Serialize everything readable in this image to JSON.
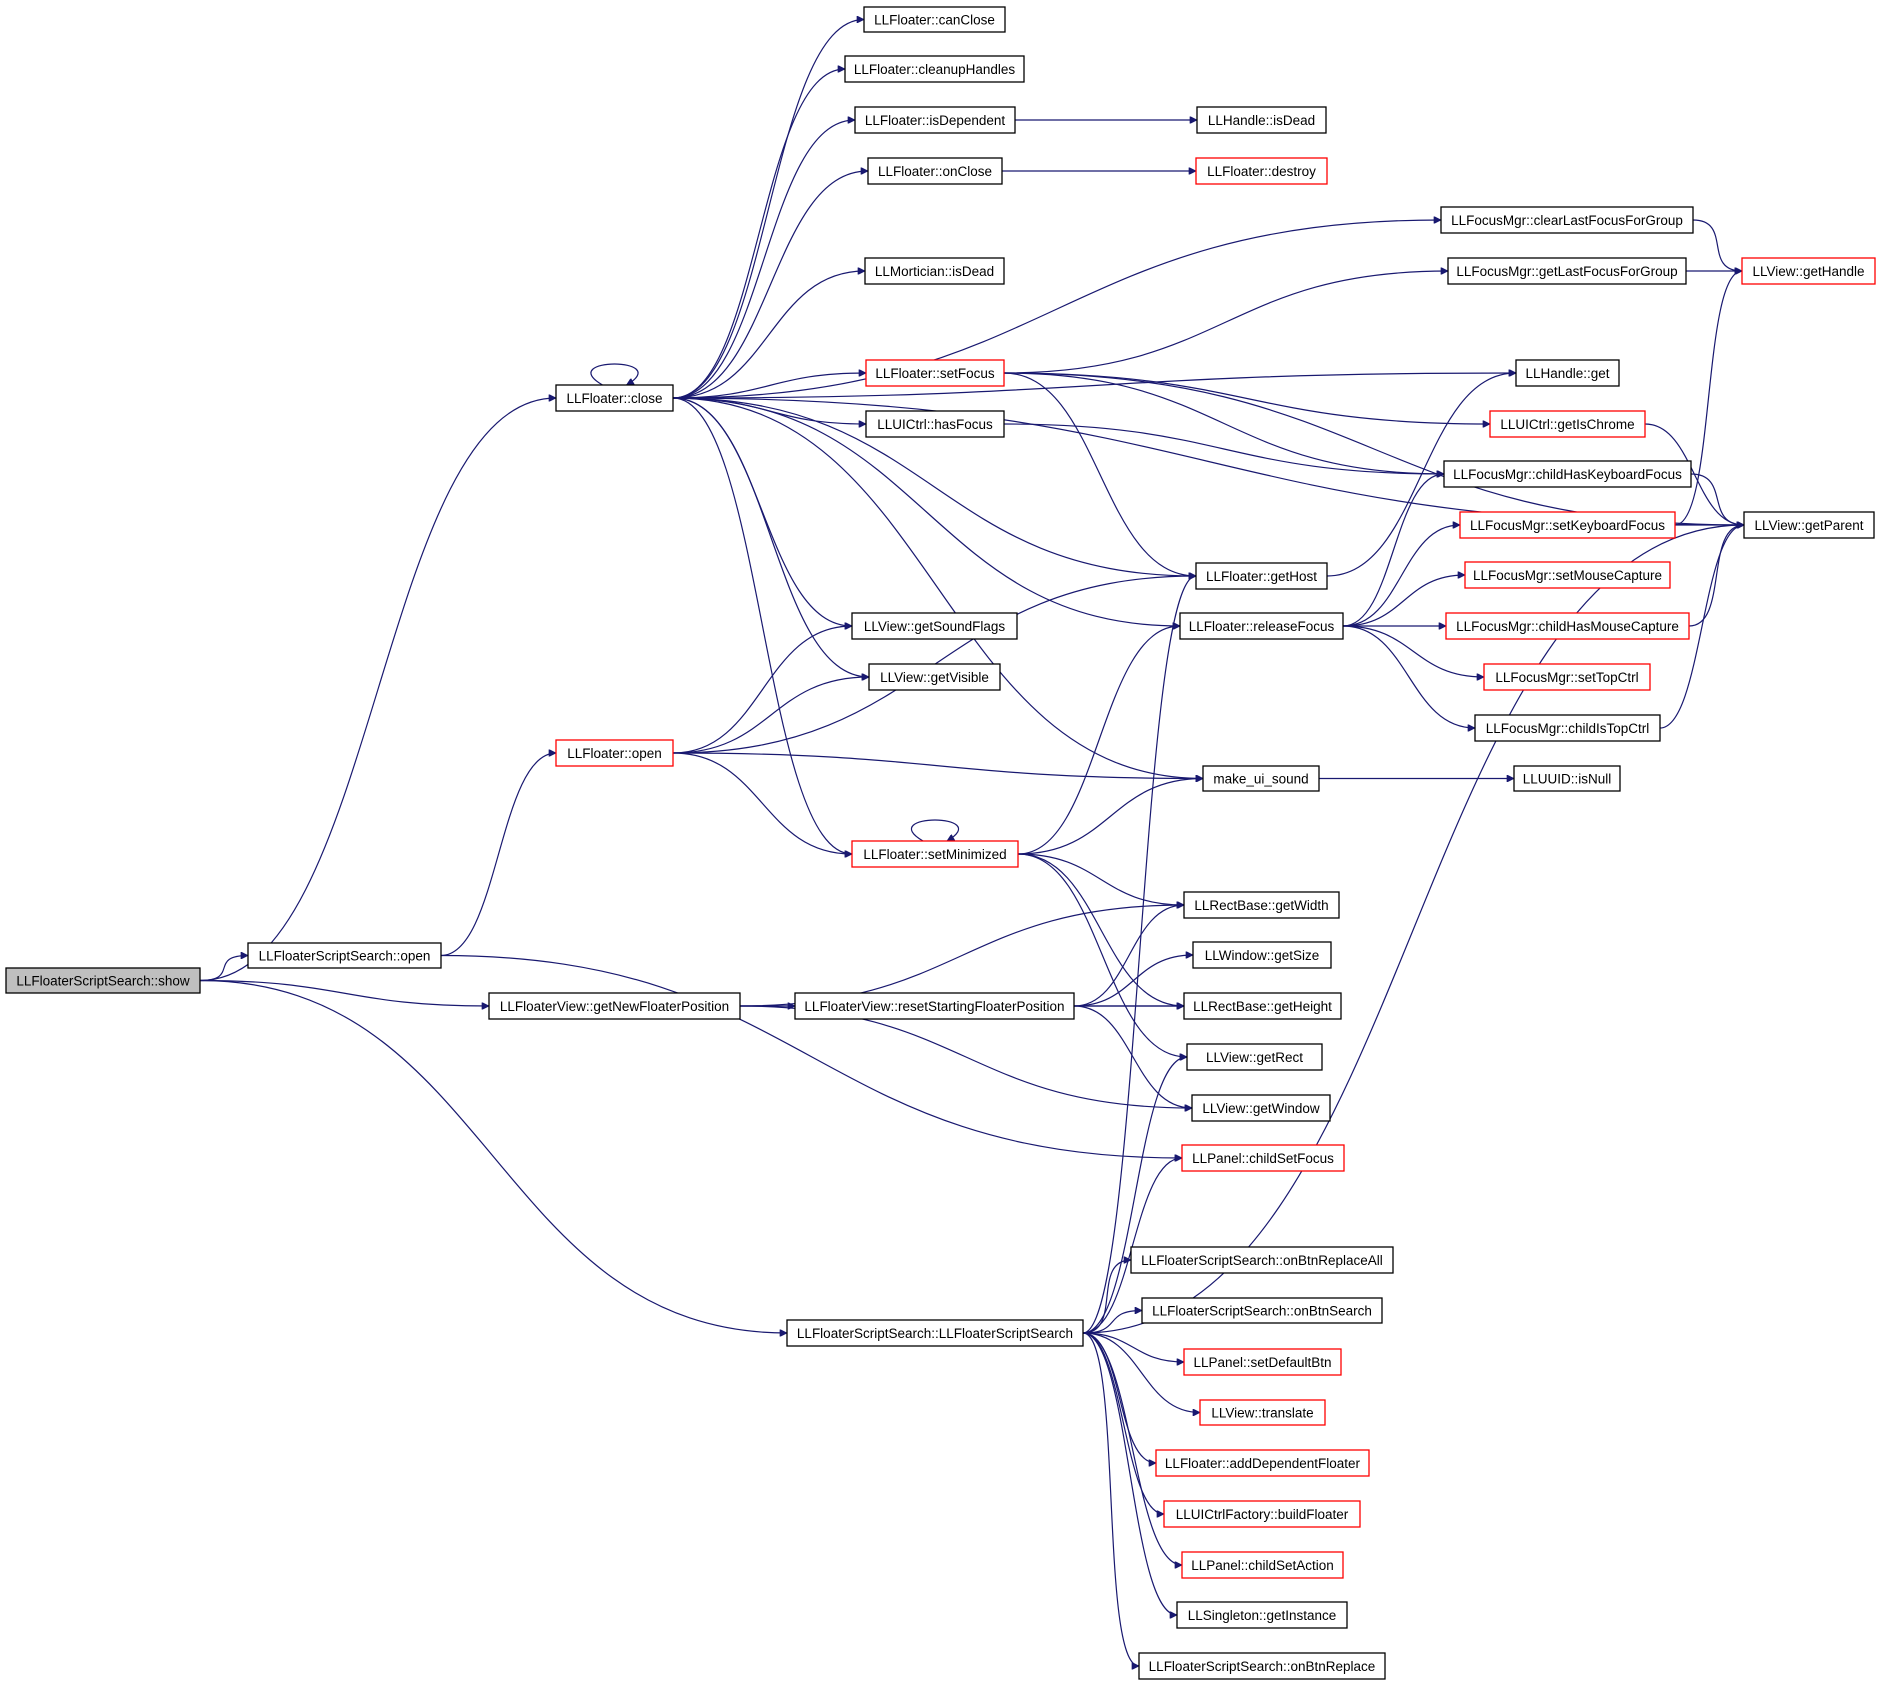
{
  "colors": {
    "edge": "#191970",
    "border_default": "#000000",
    "border_truncated": "#ff0000",
    "root_fill": "#bfbfbf",
    "background": "#ffffff"
  },
  "nodes": [
    {
      "id": "show",
      "label": "LLFloaterScriptSearch::show",
      "style": "root"
    },
    {
      "id": "fss_open",
      "label": "LLFloaterScriptSearch::open"
    },
    {
      "id": "getNewFloaterPosition",
      "label": "LLFloaterView::getNewFloaterPosition"
    },
    {
      "id": "fss_ctor",
      "label": "LLFloaterScriptSearch::LLFloaterScriptSearch"
    },
    {
      "id": "close",
      "label": "LLFloater::close"
    },
    {
      "id": "fl_open",
      "label": "LLFloater::open",
      "style": "red"
    },
    {
      "id": "setMinimized",
      "label": "LLFloater::setMinimized",
      "style": "red"
    },
    {
      "id": "resetStartingFloaterPosition",
      "label": "LLFloaterView::resetStartingFloaterPosition"
    },
    {
      "id": "canClose",
      "label": "LLFloater::canClose"
    },
    {
      "id": "cleanupHandles",
      "label": "LLFloater::cleanupHandles"
    },
    {
      "id": "isDependent",
      "label": "LLFloater::isDependent"
    },
    {
      "id": "onClose",
      "label": "LLFloater::onClose"
    },
    {
      "id": "mortician_isDead",
      "label": "LLMortician::isDead"
    },
    {
      "id": "setFocus",
      "label": "LLFloater::setFocus",
      "style": "red"
    },
    {
      "id": "hasFocus",
      "label": "LLUICtrl::hasFocus"
    },
    {
      "id": "getSoundFlags",
      "label": "LLView::getSoundFlags"
    },
    {
      "id": "getVisible",
      "label": "LLView::getVisible"
    },
    {
      "id": "handle_isDead",
      "label": "LLHandle::isDead"
    },
    {
      "id": "destroy",
      "label": "LLFloater::destroy",
      "style": "red"
    },
    {
      "id": "getHost",
      "label": "LLFloater::getHost"
    },
    {
      "id": "releaseFocus",
      "label": "LLFloater::releaseFocus"
    },
    {
      "id": "make_ui_sound",
      "label": "make_ui_sound"
    },
    {
      "id": "getWidth",
      "label": "LLRectBase::getWidth"
    },
    {
      "id": "getSize",
      "label": "LLWindow::getSize"
    },
    {
      "id": "getHeight",
      "label": "LLRectBase::getHeight"
    },
    {
      "id": "getRect",
      "label": "LLView::getRect"
    },
    {
      "id": "getWindow",
      "label": "LLView::getWindow"
    },
    {
      "id": "childSetFocus",
      "label": "LLPanel::childSetFocus",
      "style": "red"
    },
    {
      "id": "onBtnReplaceAll",
      "label": "LLFloaterScriptSearch::onBtnReplaceAll"
    },
    {
      "id": "onBtnSearch",
      "label": "LLFloaterScriptSearch::onBtnSearch"
    },
    {
      "id": "setDefaultBtn",
      "label": "LLPanel::setDefaultBtn",
      "style": "red"
    },
    {
      "id": "translate",
      "label": "LLView::translate",
      "style": "red"
    },
    {
      "id": "addDependentFloater",
      "label": "LLFloater::addDependentFloater",
      "style": "red"
    },
    {
      "id": "buildFloater",
      "label": "LLUICtrlFactory::buildFloater",
      "style": "red"
    },
    {
      "id": "childSetAction",
      "label": "LLPanel::childSetAction",
      "style": "red"
    },
    {
      "id": "getInstance",
      "label": "LLSingleton::getInstance"
    },
    {
      "id": "onBtnReplace",
      "label": "LLFloaterScriptSearch::onBtnReplace"
    },
    {
      "id": "clearLastFocusForGroup",
      "label": "LLFocusMgr::clearLastFocusForGroup"
    },
    {
      "id": "getLastFocusForGroup",
      "label": "LLFocusMgr::getLastFocusForGroup"
    },
    {
      "id": "handle_get",
      "label": "LLHandle::get"
    },
    {
      "id": "getIsChrome",
      "label": "LLUICtrl::getIsChrome",
      "style": "red"
    },
    {
      "id": "childHasKeyboardFocus",
      "label": "LLFocusMgr::childHasKeyboardFocus"
    },
    {
      "id": "setKeyboardFocus",
      "label": "LLFocusMgr::setKeyboardFocus",
      "style": "red"
    },
    {
      "id": "setMouseCapture",
      "label": "LLFocusMgr::setMouseCapture",
      "style": "red"
    },
    {
      "id": "childHasMouseCapture",
      "label": "LLFocusMgr::childHasMouseCapture",
      "style": "red"
    },
    {
      "id": "setTopCtrl",
      "label": "LLFocusMgr::setTopCtrl",
      "style": "red"
    },
    {
      "id": "childIsTopCtrl",
      "label": "LLFocusMgr::childIsTopCtrl"
    },
    {
      "id": "isNull",
      "label": "LLUUID::isNull"
    },
    {
      "id": "getHandle",
      "label": "LLView::getHandle",
      "style": "red"
    },
    {
      "id": "getParent",
      "label": "LLView::getParent"
    }
  ],
  "edges": [
    [
      "show",
      "close"
    ],
    [
      "show",
      "fss_open"
    ],
    [
      "show",
      "getNewFloaterPosition"
    ],
    [
      "show",
      "fss_ctor"
    ],
    [
      "fss_open",
      "fl_open"
    ],
    [
      "fss_open",
      "childSetFocus"
    ],
    [
      "getNewFloaterPosition",
      "resetStartingFloaterPosition"
    ],
    [
      "getNewFloaterPosition",
      "getWidth"
    ],
    [
      "getNewFloaterPosition",
      "getHeight"
    ],
    [
      "getNewFloaterPosition",
      "getWindow"
    ],
    [
      "close",
      "canClose"
    ],
    [
      "close",
      "cleanupHandles"
    ],
    [
      "close",
      "isDependent"
    ],
    [
      "close",
      "onClose"
    ],
    [
      "close",
      "mortician_isDead"
    ],
    [
      "close",
      "setFocus"
    ],
    [
      "close",
      "hasFocus"
    ],
    [
      "close",
      "getSoundFlags"
    ],
    [
      "close",
      "getVisible"
    ],
    [
      "close",
      "setMinimized"
    ],
    [
      "close",
      "make_ui_sound"
    ],
    [
      "close",
      "getHost"
    ],
    [
      "close",
      "releaseFocus"
    ],
    [
      "close",
      "clearLastFocusForGroup"
    ],
    [
      "close",
      "handle_get"
    ],
    [
      "close",
      "getParent"
    ],
    [
      "close",
      "close"
    ],
    [
      "fl_open",
      "getSoundFlags"
    ],
    [
      "fl_open",
      "getVisible"
    ],
    [
      "fl_open",
      "setMinimized"
    ],
    [
      "fl_open",
      "make_ui_sound"
    ],
    [
      "fl_open",
      "getHost"
    ],
    [
      "setMinimized",
      "setMinimized"
    ],
    [
      "setMinimized",
      "make_ui_sound"
    ],
    [
      "setMinimized",
      "releaseFocus"
    ],
    [
      "setMinimized",
      "getWidth"
    ],
    [
      "setMinimized",
      "getHeight"
    ],
    [
      "setMinimized",
      "getRect"
    ],
    [
      "resetStartingFloaterPosition",
      "getWidth"
    ],
    [
      "resetStartingFloaterPosition",
      "getSize"
    ],
    [
      "resetStartingFloaterPosition",
      "getHeight"
    ],
    [
      "resetStartingFloaterPosition",
      "getWindow"
    ],
    [
      "isDependent",
      "handle_isDead"
    ],
    [
      "onClose",
      "destroy"
    ],
    [
      "setFocus",
      "getLastFocusForGroup"
    ],
    [
      "setFocus",
      "getIsChrome"
    ],
    [
      "setFocus",
      "childHasKeyboardFocus"
    ],
    [
      "setFocus",
      "getHost"
    ],
    [
      "setFocus",
      "getParent"
    ],
    [
      "hasFocus",
      "childHasKeyboardFocus"
    ],
    [
      "getHost",
      "handle_get"
    ],
    [
      "releaseFocus",
      "childHasKeyboardFocus"
    ],
    [
      "releaseFocus",
      "setKeyboardFocus"
    ],
    [
      "releaseFocus",
      "setMouseCapture"
    ],
    [
      "releaseFocus",
      "childHasMouseCapture"
    ],
    [
      "releaseFocus",
      "setTopCtrl"
    ],
    [
      "releaseFocus",
      "childIsTopCtrl"
    ],
    [
      "make_ui_sound",
      "isNull"
    ],
    [
      "clearLastFocusForGroup",
      "getHandle"
    ],
    [
      "getLastFocusForGroup",
      "getHandle"
    ],
    [
      "getIsChrome",
      "getParent"
    ],
    [
      "childHasKeyboardFocus",
      "getParent"
    ],
    [
      "setKeyboardFocus",
      "getParent"
    ],
    [
      "setKeyboardFocus",
      "getHandle"
    ],
    [
      "childHasMouseCapture",
      "getParent"
    ],
    [
      "childIsTopCtrl",
      "getParent"
    ],
    [
      "fss_ctor",
      "onBtnReplaceAll"
    ],
    [
      "fss_ctor",
      "onBtnSearch"
    ],
    [
      "fss_ctor",
      "setDefaultBtn"
    ],
    [
      "fss_ctor",
      "translate"
    ],
    [
      "fss_ctor",
      "addDependentFloater"
    ],
    [
      "fss_ctor",
      "buildFloater"
    ],
    [
      "fss_ctor",
      "childSetAction"
    ],
    [
      "fss_ctor",
      "getInstance"
    ],
    [
      "fss_ctor",
      "onBtnReplace"
    ],
    [
      "fss_ctor",
      "childSetFocus"
    ],
    [
      "fss_ctor",
      "getRect"
    ],
    [
      "fss_ctor",
      "getHost"
    ],
    [
      "fss_ctor",
      "getParent"
    ]
  ]
}
